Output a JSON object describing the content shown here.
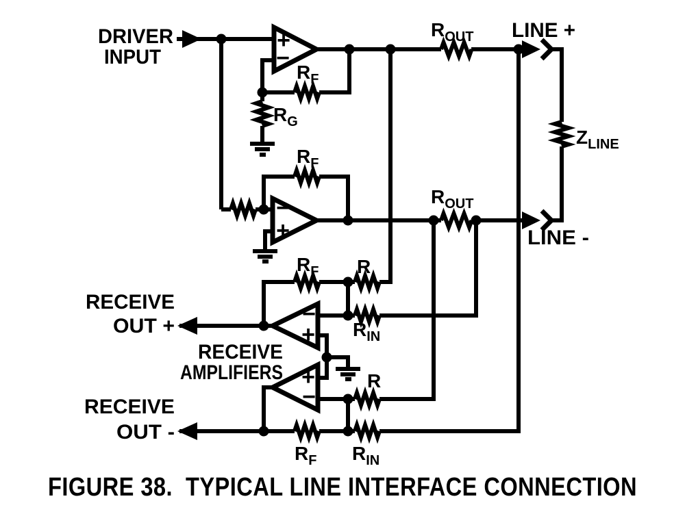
{
  "figure": {
    "caption": "FIGURE 38.  TYPICAL LINE INTERFACE CONNECTION"
  },
  "labels": {
    "driver_input": {
      "line1": "DRIVER",
      "line2": "INPUT"
    },
    "line_plus": "LINE +",
    "line_minus": "LINE -",
    "receive_out_plus": {
      "line1": "RECEIVE",
      "line2": "OUT +"
    },
    "receive_out_minus": {
      "line1": "RECEIVE",
      "line2": "OUT -"
    },
    "receive_amplifiers": {
      "line1": "RECEIVE",
      "line2": "AMPLIFIERS"
    }
  },
  "components": {
    "rf": {
      "base": "R",
      "sub": "F"
    },
    "rg": {
      "base": "R",
      "sub": "G"
    },
    "rout": {
      "base": "R",
      "sub": "OUT"
    },
    "rin": {
      "base": "R",
      "sub": "IN"
    },
    "r": {
      "base": "R"
    },
    "zline": {
      "base": "Z",
      "sub": "LINE"
    }
  },
  "opamp_signs": {
    "plus": "+",
    "minus": "−"
  },
  "colors": {
    "ink": "#000000",
    "background": "#ffffff"
  }
}
